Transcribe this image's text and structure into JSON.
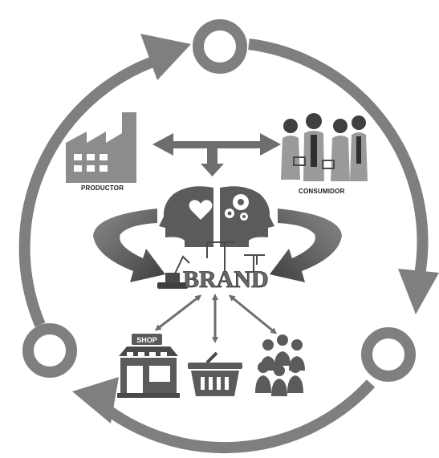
{
  "labels": {
    "producer": "PRODUCTOR",
    "consumer": "CONSUMIDOR",
    "brand": "BRAND",
    "shop": "SHOP"
  },
  "icons": {
    "producer": "factory-icon",
    "consumer": "shoppers-group-icon",
    "mind": "heart-gear-heads-icon",
    "brand": "brand-construction-icon",
    "shop": "shop-icon",
    "basket": "shopping-basket-icon",
    "people": "people-group-icon"
  },
  "colors": {
    "cycle": "#7f7f7f",
    "connector": "#6e6e6e",
    "dark_fill": "#5b5b5b",
    "light_fill": "#9a9a9a"
  }
}
